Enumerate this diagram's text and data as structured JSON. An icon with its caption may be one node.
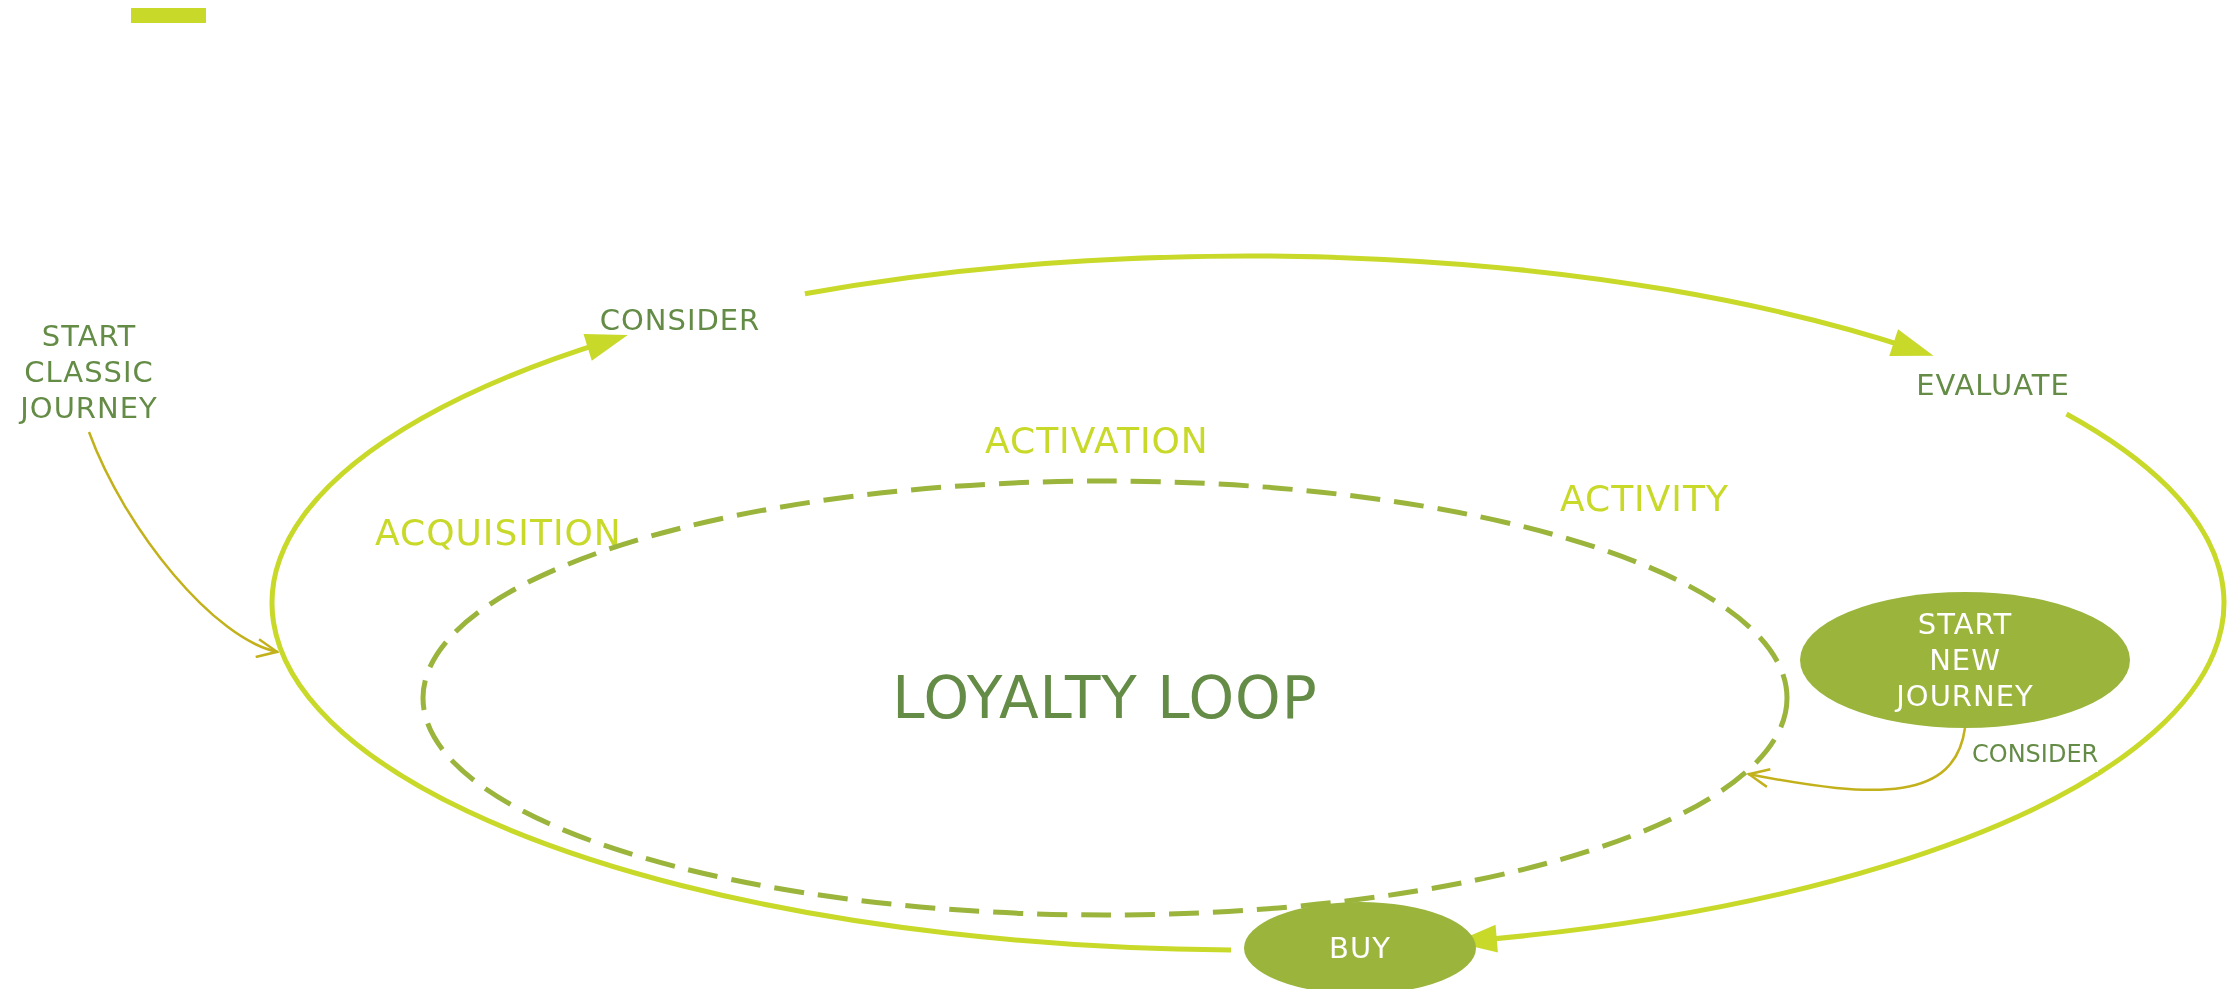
{
  "diagram": {
    "nodes": [
      {
        "text": [
          "START CLASSIC JOURNEY"
        ]
      },
      {
        "text": [
          "CONSIDER"
        ]
      },
      {
        "text": [
          "EVALUATE"
        ]
      },
      {
        "text": [
          "LOYALTY LOOP"
        ]
      },
      {
        "text": [
          "START NEW JOURNEY"
        ]
      },
      {
        "text": [
          "BUY"
        ]
      }
    ],
    "edges": [
      {
        "from": 0,
        "to": null,
        "arrow": "to",
        "color": "#c3b11c"
      },
      {
        "from": 1,
        "to": 2,
        "arrow": "to"
      },
      {
        "from": 2,
        "to": 5,
        "arrow": "to"
      },
      {
        "from": 5,
        "to": 1,
        "arrow": "to"
      },
      {
        "from": 4,
        "to": 3,
        "arrow": "to",
        "label": "CONSIDER",
        "color": "#c3b11c"
      }
    ],
    "labels": [
      "ACQUISITION",
      "ACTIVATION",
      "ACTIVITY"
    ]
  }
}
